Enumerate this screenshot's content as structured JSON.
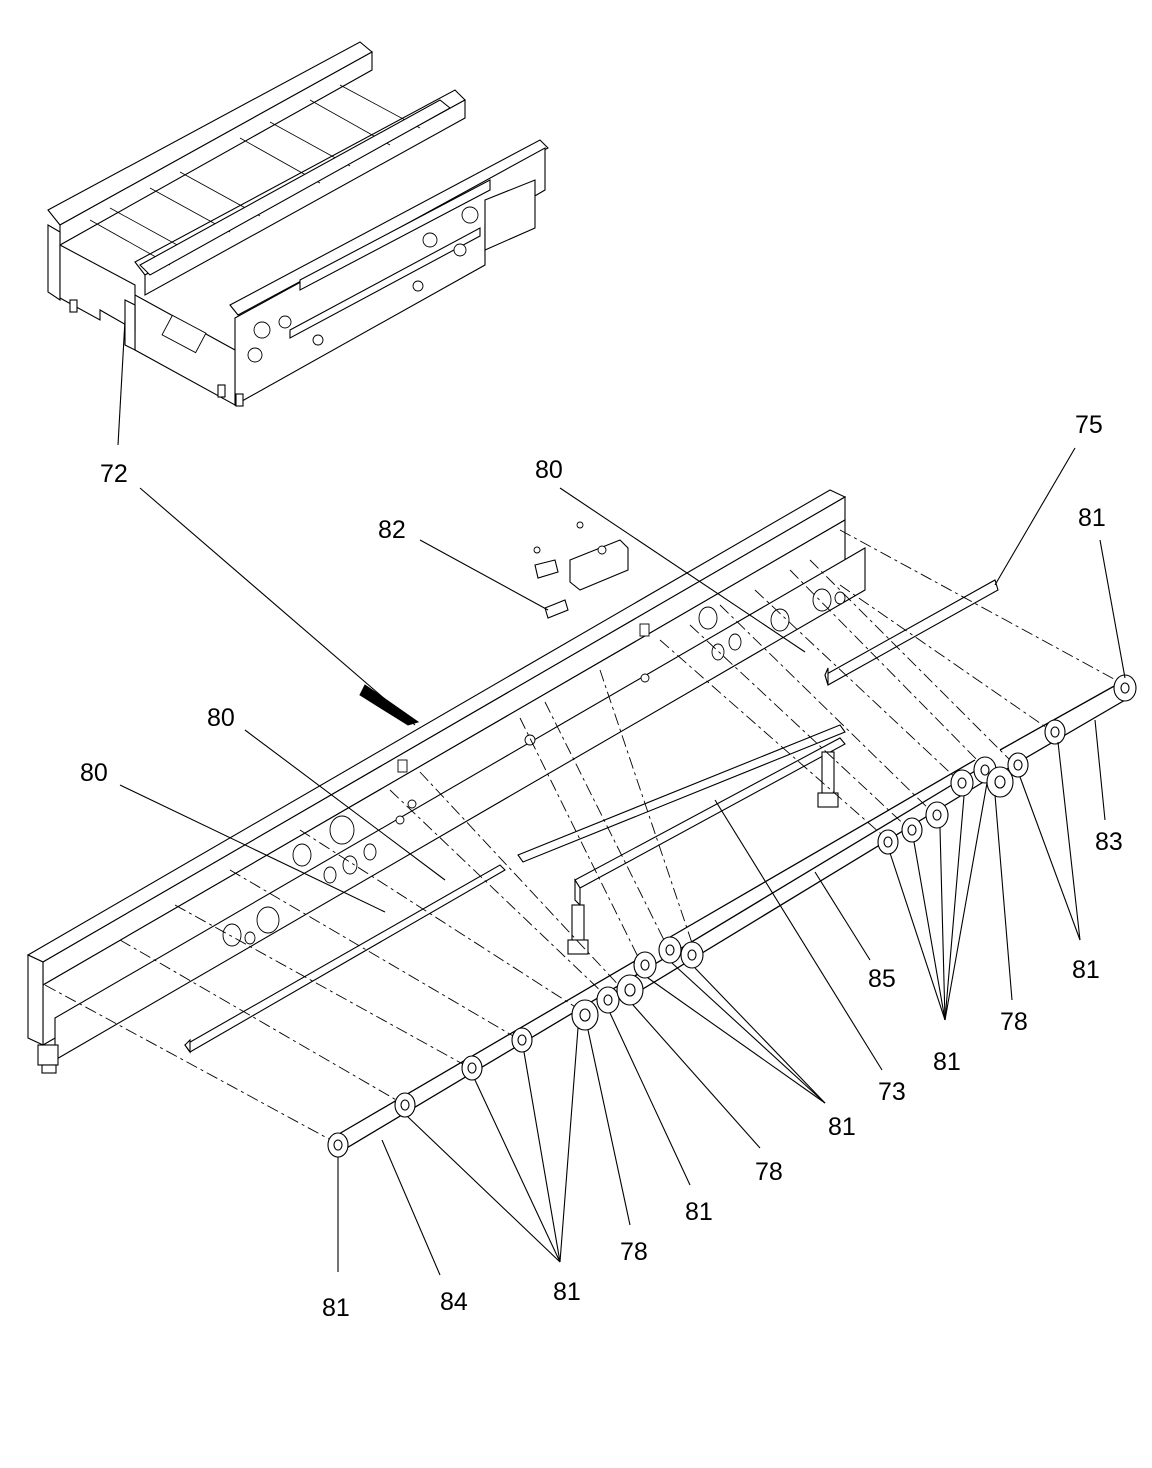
{
  "figure": {
    "callouts": [
      {
        "id": "72",
        "text": "72"
      },
      {
        "id": "75",
        "text": "75"
      },
      {
        "id": "80a",
        "text": "80"
      },
      {
        "id": "82",
        "text": "82"
      },
      {
        "id": "81a",
        "text": "81"
      },
      {
        "id": "80b",
        "text": "80"
      },
      {
        "id": "80c",
        "text": "80"
      },
      {
        "id": "83",
        "text": "83"
      },
      {
        "id": "81b",
        "text": "81"
      },
      {
        "id": "85",
        "text": "85"
      },
      {
        "id": "78a",
        "text": "78"
      },
      {
        "id": "81c",
        "text": "81"
      },
      {
        "id": "73",
        "text": "73"
      },
      {
        "id": "81d",
        "text": "81"
      },
      {
        "id": "78b",
        "text": "78"
      },
      {
        "id": "81e",
        "text": "81"
      },
      {
        "id": "78c",
        "text": "78"
      },
      {
        "id": "81f",
        "text": "81"
      },
      {
        "id": "84",
        "text": "84"
      },
      {
        "id": "81g",
        "text": "81"
      }
    ]
  }
}
